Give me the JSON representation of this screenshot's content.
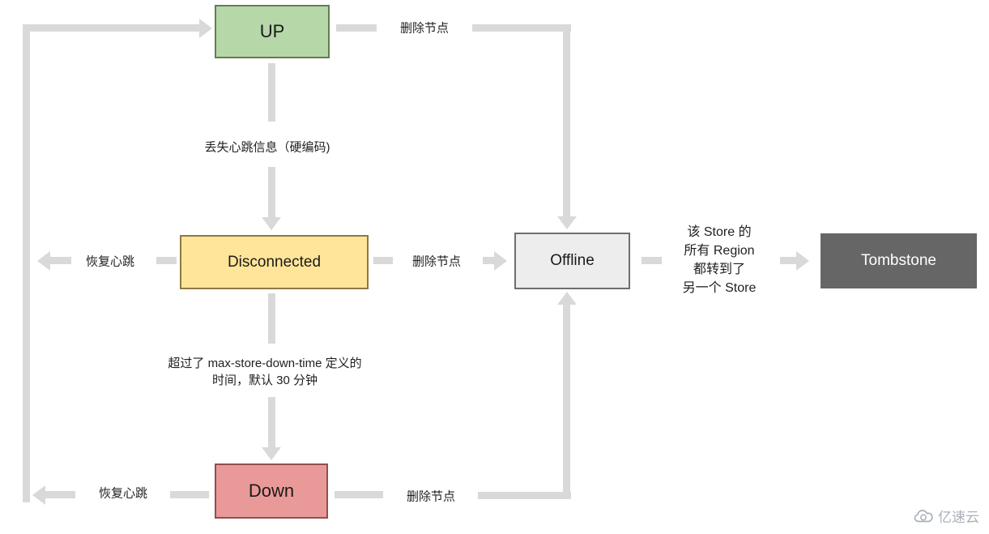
{
  "diagram": {
    "title_hint": "store state transition flowchart",
    "colors": {
      "arrow": "#d9d9d9",
      "up_fill": "#b6d7a8",
      "disconnected_fill": "#ffe599",
      "offline_fill": "#ededed",
      "tombstone_fill": "#666666",
      "down_fill": "#ea9999",
      "text": "#1a1a1a",
      "watermark": "#a9b0ba"
    },
    "nodes": [
      {
        "id": "up",
        "label": "UP"
      },
      {
        "id": "disconnected",
        "label": "Disconnected"
      },
      {
        "id": "offline",
        "label": "Offline"
      },
      {
        "id": "tombstone",
        "label": "Tombstone"
      },
      {
        "id": "down",
        "label": "Down"
      }
    ],
    "edge_labels": {
      "up_delete_node": "删除节点",
      "lost_heartbeat": "丢失心跳信息（硬编码)",
      "recover_heartbeat_mid": "恢复心跳",
      "disconnected_delete_node": "删除节点",
      "store_region_moved": [
        "该 Store 的",
        "所有 Region",
        "都转到了",
        "另一个 Store"
      ],
      "max_store_down_time": [
        "超过了 max-store-down-time 定义的",
        "时间，默认 30 分钟"
      ],
      "recover_heartbeat_bottom": "恢复心跳",
      "down_delete_node": "删除节点"
    },
    "watermark": {
      "text": "亿速云"
    }
  }
}
